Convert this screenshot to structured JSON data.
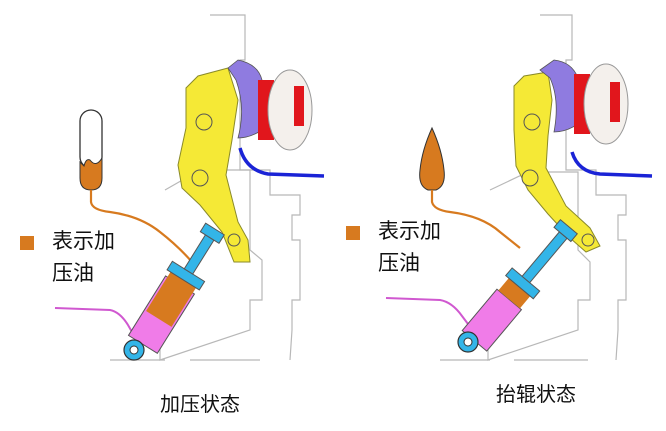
{
  "colors": {
    "pressure_oil": "#D77A1F",
    "yellow_arm": "#F5E936",
    "cylinder_cyan": "#33B5E8",
    "piston_magenta": "#F07CE8",
    "roller_red": "#E1161C",
    "roller_purple": "#8F7BE0",
    "blue_line": "#1A23D6",
    "pink_line": "#D058D0",
    "outline_gray": "#B8B8B8"
  },
  "left_panel": {
    "legend_line1": "表示加",
    "legend_line2": "压油",
    "caption": "加压状态"
  },
  "right_panel": {
    "legend_line1": "表示加",
    "legend_line2": "压油",
    "caption": "抬辊状态"
  }
}
